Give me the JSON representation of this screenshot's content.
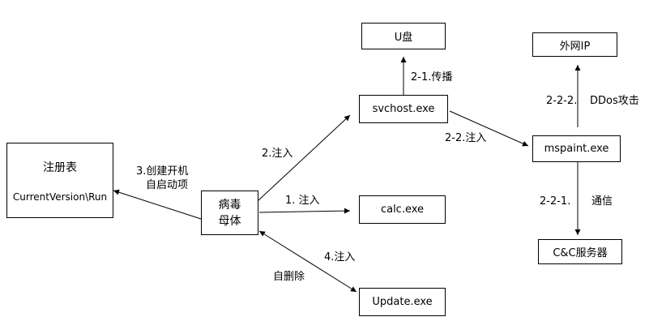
{
  "nodes": {
    "registry_title": "注册表",
    "registry_key": "CurrentVersion\\Run",
    "virus_line1": "病毒",
    "virus_line2": "母体",
    "svchost": "svchost.exe",
    "calc": "calc.exe",
    "update": "Update.exe",
    "udisk": "U盘",
    "mspaint": "mspaint.exe",
    "extip": "外网IP",
    "cnc": "C&C服务器"
  },
  "edge_labels": {
    "create_boot_1": "3.创建开机",
    "create_boot_2": "自启动项",
    "inject_svchost": "2.注入",
    "inject_calc": "1. 注入",
    "inject_update": "4.注入",
    "self_delete": "自删除",
    "spread": "2-1.传播",
    "inject_mspaint": "2-2.注入",
    "ddos_num": "2-2-2.",
    "ddos_text": "DDos攻击",
    "comm_num": "2-2-1.",
    "comm_text": "通信"
  }
}
